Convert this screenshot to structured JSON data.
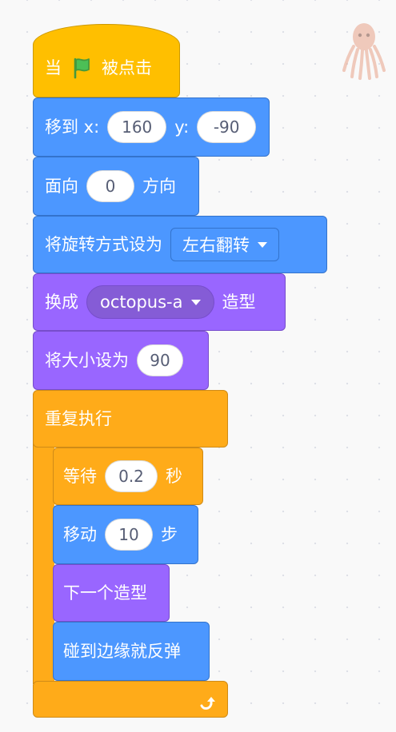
{
  "colors": {
    "events": "#ffbf00",
    "motion": "#4c97ff",
    "looks": "#9966ff",
    "control": "#ffab19",
    "input_text": "#575e75"
  },
  "script": {
    "hat": {
      "before_flag": "当",
      "flag_icon": "green-flag-icon",
      "after_flag": "被点击"
    },
    "goto": {
      "label": "移到 x:",
      "x": "160",
      "y_label": "y:",
      "y": "-90"
    },
    "direction": {
      "label": "面向",
      "value": "0",
      "suffix": "方向"
    },
    "rotation": {
      "label": "将旋转方式设为",
      "option": "左右翻转"
    },
    "costume": {
      "label": "换成",
      "option": "octopus-a",
      "suffix": "造型"
    },
    "size": {
      "label": "将大小设为",
      "value": "90"
    },
    "forever": {
      "label": "重复执行",
      "end_icon": "loop-arrow-icon"
    },
    "wait": {
      "label": "等待",
      "value": "0.2",
      "suffix": "秒"
    },
    "move": {
      "label": "移动",
      "value": "10",
      "suffix": "步"
    },
    "next_costume": {
      "label": "下一个造型"
    },
    "bounce": {
      "label": "碰到边缘就反弹"
    }
  },
  "sprite": {
    "icon": "octopus-sprite-icon"
  }
}
